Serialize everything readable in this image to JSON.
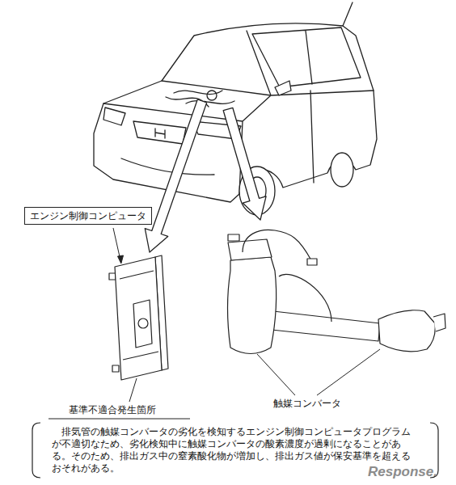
{
  "diagram": {
    "nodes": [
      {
        "text": [
          "エンジン制御コンピュータ"
        ]
      },
      {
        "text": [
          "排気管の触媒コンバータの劣化を検知するエンジン制御コンピュータプログラムが不適切なため、劣化検知中に触媒コンバータの酸素濃度が過剰になることがある。そのため、排出ガス中の窒素酸化物が増加し、排出ガス値が保安基準を超えるおそれがある。"
        ]
      }
    ],
    "labels": [
      "触媒コンバータ",
      "基準不適合発生箇所",
      "Response."
    ]
  }
}
